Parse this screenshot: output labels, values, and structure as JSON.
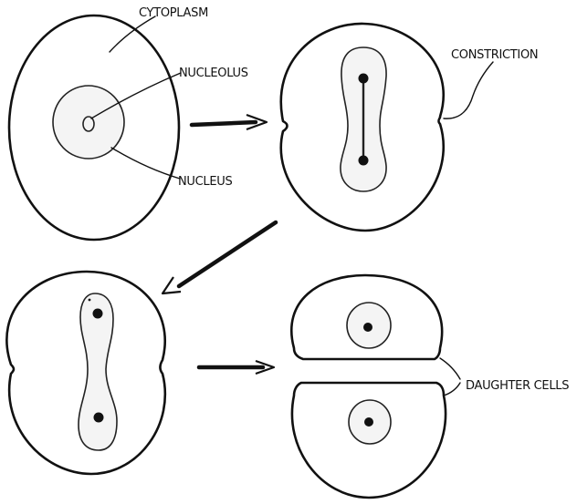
{
  "labels": {
    "cytoplasm": "CYTOPLASM",
    "nucleolus": "NUCLEOLUS",
    "nucleus": "NUCLEUS",
    "constriction": "CONSTRICTION",
    "daughter_cells": "DAUGHTER CELLS"
  }
}
